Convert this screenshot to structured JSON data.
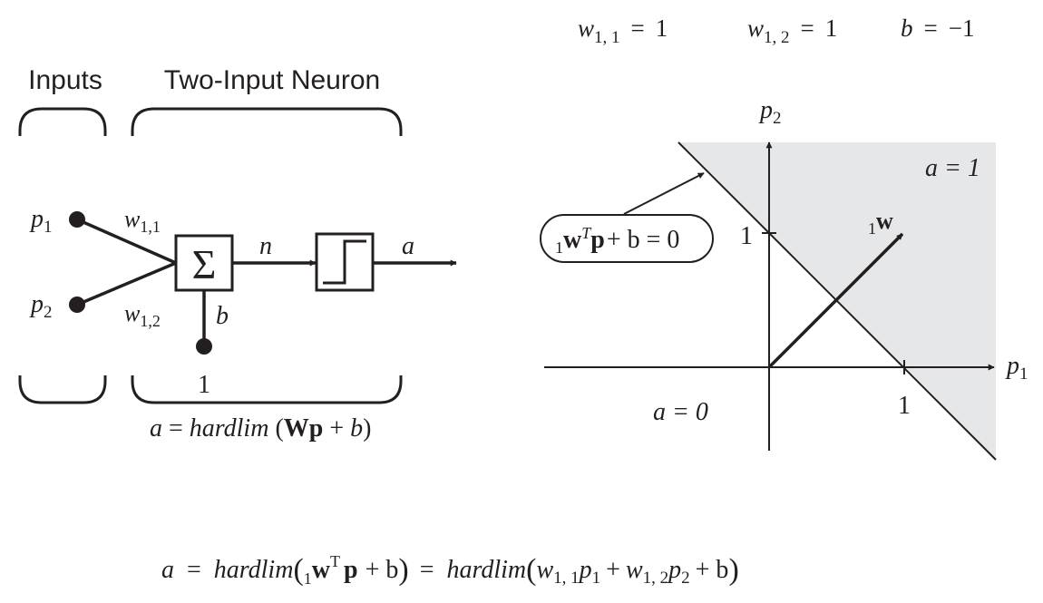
{
  "params": {
    "w11_sym": "w",
    "w11_sub": "1, 1",
    "w11_eq": "=",
    "w11_val": "1",
    "w12_sym": "w",
    "w12_sub": "1, 2",
    "w12_eq": "=",
    "w12_val": "1",
    "b_sym": "b",
    "b_eq": "=",
    "b_val": "−1"
  },
  "neuron": {
    "inputs_title": "Inputs",
    "neuron_title": "Two-Input Neuron",
    "p1_sym": "p",
    "p1_sub": "1",
    "p2_sym": "p",
    "p2_sub": "2",
    "w11_sym": "w",
    "w11_sub": "1,1",
    "w12_sym": "w",
    "w12_sub": "1,2",
    "sum_symbol": "Σ",
    "n_label": "n",
    "a_label": "a",
    "b_label": "b",
    "bias_input": "1",
    "formula_a": "a",
    "formula_eq": " = ",
    "formula_fn": "hardlim",
    "formula_open": " (",
    "formula_W": "W",
    "formula_p": "p",
    "formula_plus": " + ",
    "formula_b": "b",
    "formula_close": ")"
  },
  "plot": {
    "x_axis_sym": "p",
    "x_axis_sub": "1",
    "y_axis_sym": "p",
    "y_axis_sub": "2",
    "x_tick_label": "1",
    "y_tick_label": "1",
    "region_a1": "a = 1",
    "region_a0": "a = 0",
    "vector_pre": "1",
    "vector_w": "w",
    "boundary_pre": "1",
    "boundary_w": "w",
    "boundary_T": "T",
    "boundary_p": "p",
    "boundary_rest": "+ b = 0",
    "shaded_color": "#e6e7e8"
  },
  "bottom_equation": {
    "a": "a",
    "eq1": "=",
    "fn1": "hardlim",
    "open1": "(",
    "pre": "1",
    "w": "w",
    "T": "T",
    "p": "p",
    "plus_b": "+ b",
    "close1": ")",
    "eq2": "=",
    "fn2": "hardlim",
    "open2": "(",
    "w11": "w",
    "w11_sub": "1, 1",
    "p1": "p",
    "p1_sub": "1",
    "plus1": "+",
    "w12": "w",
    "w12_sub": "1, 2",
    "p2": "p",
    "p2_sub": "2",
    "plus_b2": "+ b",
    "close2": ")"
  }
}
